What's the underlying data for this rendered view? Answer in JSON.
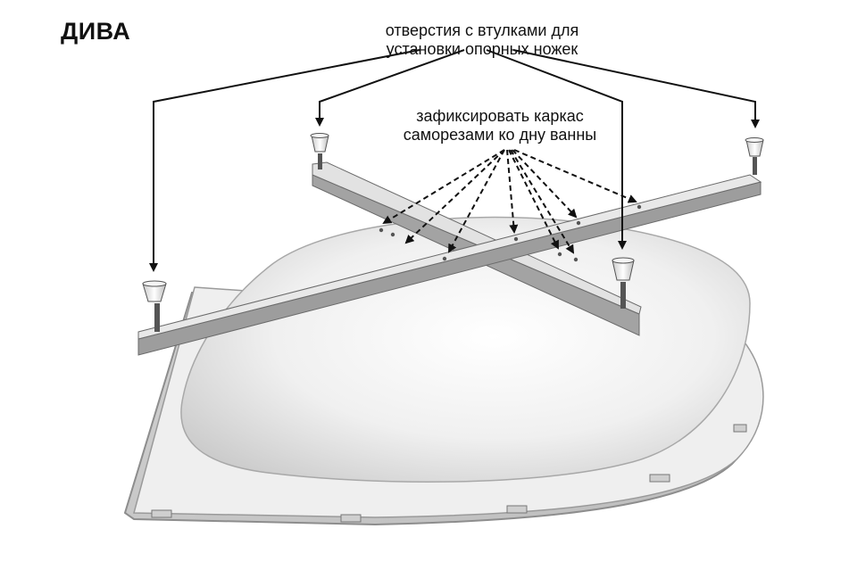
{
  "title": "ДИВА",
  "labels": {
    "holes_line1": "отверстия с втулками для",
    "holes_line2": "установки опорных ножек",
    "fix_line1": "зафиксировать каркас",
    "fix_line2": "саморезами ко дну ванны"
  },
  "colors": {
    "frame_top": "#e4e4e4",
    "frame_side": "#9a9a9a",
    "tub_body": "#d8d8d8",
    "arrow": "#111111"
  }
}
